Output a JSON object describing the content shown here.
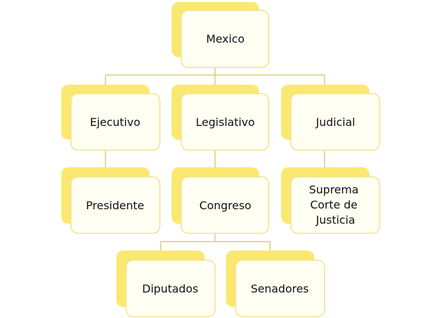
{
  "nodes": {
    "mexico": {
      "label": "Mexico"
    },
    "ejecutivo": {
      "label": "Ejecutivo"
    },
    "legislativo": {
      "label": "Legislativo"
    },
    "judicial": {
      "label": "Judicial"
    },
    "presidente": {
      "label": "Presidente"
    },
    "congreso": {
      "label": "Congreso"
    },
    "suprema": {
      "label": [
        "Suprema",
        "Corte de",
        "Justicia"
      ]
    },
    "diputados": {
      "label": "Diputados"
    },
    "senadores": {
      "label": "Senadores"
    }
  },
  "edges": [
    [
      "mexico",
      "ejecutivo"
    ],
    [
      "mexico",
      "legislativo"
    ],
    [
      "mexico",
      "judicial"
    ],
    [
      "ejecutivo",
      "presidente"
    ],
    [
      "legislativo",
      "congreso"
    ],
    [
      "judicial",
      "suprema"
    ],
    [
      "congreso",
      "diputados"
    ],
    [
      "congreso",
      "senadores"
    ]
  ],
  "colors": {
    "back": "#fbe870",
    "front": "#fffef3",
    "border": "#f3e48a",
    "line": "#d8cc7a"
  }
}
